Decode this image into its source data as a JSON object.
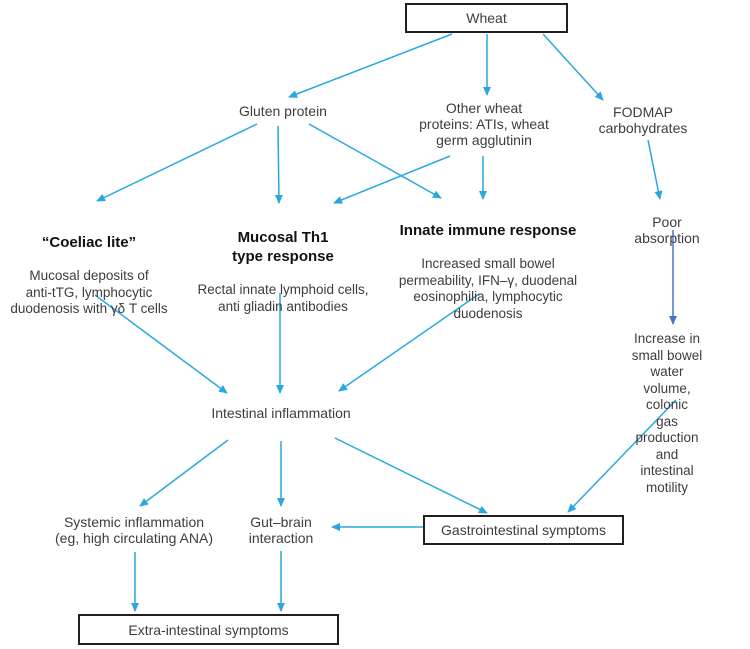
{
  "title": "Wheat sensitivity mechanisms flowchart",
  "colors": {
    "arrow": "#29a8e0",
    "arrow_dark": "#4a72cc",
    "text": "#3d3d3d",
    "heading": "#111111",
    "box_border": "#231f20",
    "background": "#ffffff"
  },
  "nodes": {
    "wheat": {
      "label": "Wheat"
    },
    "gluten_protein": {
      "label": "Gluten protein"
    },
    "other_wheat_proteins": {
      "label": "Other wheat\nproteins: ATIs, wheat\ngerm agglutinin"
    },
    "fodmap": {
      "label": "FODMAP\ncarbohydrates"
    },
    "coeliac_lite": {
      "heading": "“Coeliac lite”",
      "body": "Mucosal deposits of\nanti-tTG, lymphocytic\nduodenosis with γδ T cells"
    },
    "mucosal_th1": {
      "heading": "Mucosal Th1\ntype response",
      "body": "Rectal innate lymphoid cells,\nanti gliadin antibodies"
    },
    "innate_immune": {
      "heading": "Innate immune response",
      "body": "Increased small bowel\npermeability, IFN–γ, duodenal\neosinophilia, lymphocytic\nduodenosis"
    },
    "poor_absorption": {
      "label": "Poor absorption"
    },
    "increase_small_bowel": {
      "label": "Increase in small bowel\nwater volume, colonic\ngas production and\nintestinal motility"
    },
    "intestinal_inflammation": {
      "label": "Intestinal inflammation"
    },
    "systemic_inflammation": {
      "label": "Systemic inflammation\n(eg, high circulating ANA)"
    },
    "gut_brain": {
      "label": "Gut–brain\ninteraction"
    },
    "gastrointestinal_symptoms": {
      "label": "Gastrointestinal symptoms"
    },
    "extra_intestinal_symptoms": {
      "label": "Extra-intestinal symptoms"
    }
  }
}
